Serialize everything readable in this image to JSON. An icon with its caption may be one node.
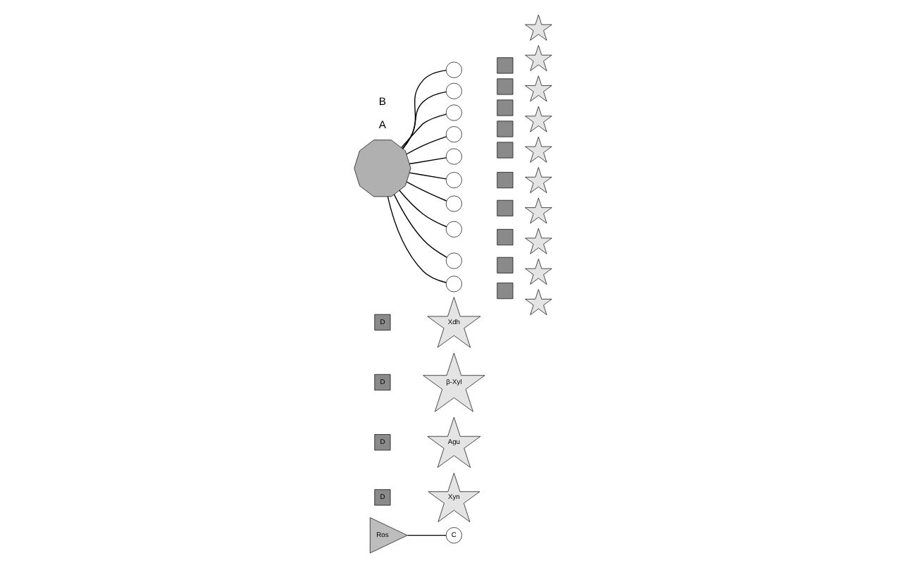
{
  "diagram": {
    "nodes": [
      {
        "text": [
          "Ros"
        ]
      },
      {
        "text": [
          "C"
        ]
      },
      {
        "text": [
          "D"
        ]
      },
      {
        "text": [
          "Xyn"
        ]
      },
      {
        "text": [
          "D"
        ]
      },
      {
        "text": [
          "Agu"
        ]
      },
      {
        "text": [
          "D"
        ]
      },
      {
        "text": [
          "β-Xyl"
        ]
      },
      {
        "text": [
          "D"
        ]
      },
      {
        "text": [
          "Xdh"
        ]
      },
      {
        "text": [],
        "shape": "decagon"
      },
      {
        "text": [],
        "shape": "circle"
      },
      {
        "text": [],
        "shape": "box"
      },
      {
        "text": [],
        "shape": "star"
      },
      {
        "text": [],
        "shape": "circle"
      },
      {
        "text": [],
        "shape": "box"
      },
      {
        "text": [],
        "shape": "star"
      },
      {
        "text": [],
        "shape": "circle"
      },
      {
        "text": [],
        "shape": "box"
      },
      {
        "text": [],
        "shape": "star"
      },
      {
        "text": [],
        "shape": "circle"
      },
      {
        "text": [],
        "shape": "box"
      },
      {
        "text": [],
        "shape": "star"
      },
      {
        "text": [],
        "shape": "circle"
      },
      {
        "text": [],
        "shape": "box"
      },
      {
        "text": [],
        "shape": "star"
      },
      {
        "text": [],
        "shape": "circle"
      },
      {
        "text": [],
        "shape": "box"
      },
      {
        "text": [],
        "shape": "star"
      },
      {
        "text": [],
        "shape": "circle"
      },
      {
        "text": [],
        "shape": "box"
      },
      {
        "text": [],
        "shape": "star"
      },
      {
        "text": [],
        "shape": "circle"
      },
      {
        "text": [],
        "shape": "box"
      },
      {
        "text": [],
        "shape": "star"
      },
      {
        "text": [],
        "shape": "circle"
      },
      {
        "text": [],
        "shape": "box"
      },
      {
        "text": [],
        "shape": "star"
      },
      {
        "text": [],
        "shape": "circle"
      },
      {
        "text": [],
        "shape": "box"
      },
      {
        "text": [],
        "shape": "star"
      }
    ],
    "edges": [
      {
        "from": 0,
        "to": 1,
        "arrow": "none"
      },
      {
        "from": 10,
        "to": 11,
        "arrow": "none"
      },
      {
        "from": 10,
        "to": 14,
        "arrow": "none"
      },
      {
        "from": 10,
        "to": 17,
        "arrow": "none"
      },
      {
        "from": 10,
        "to": 20,
        "arrow": "none"
      },
      {
        "from": 10,
        "to": 23,
        "arrow": "none"
      },
      {
        "from": 10,
        "to": 26,
        "arrow": "none"
      },
      {
        "from": 10,
        "to": 29,
        "arrow": "none"
      },
      {
        "from": 10,
        "to": 32,
        "arrow": "none"
      },
      {
        "from": 10,
        "to": 35,
        "arrow": "none"
      },
      {
        "from": 10,
        "to": 38,
        "arrow": "none"
      }
    ],
    "labels": [
      "A",
      "B"
    ]
  }
}
